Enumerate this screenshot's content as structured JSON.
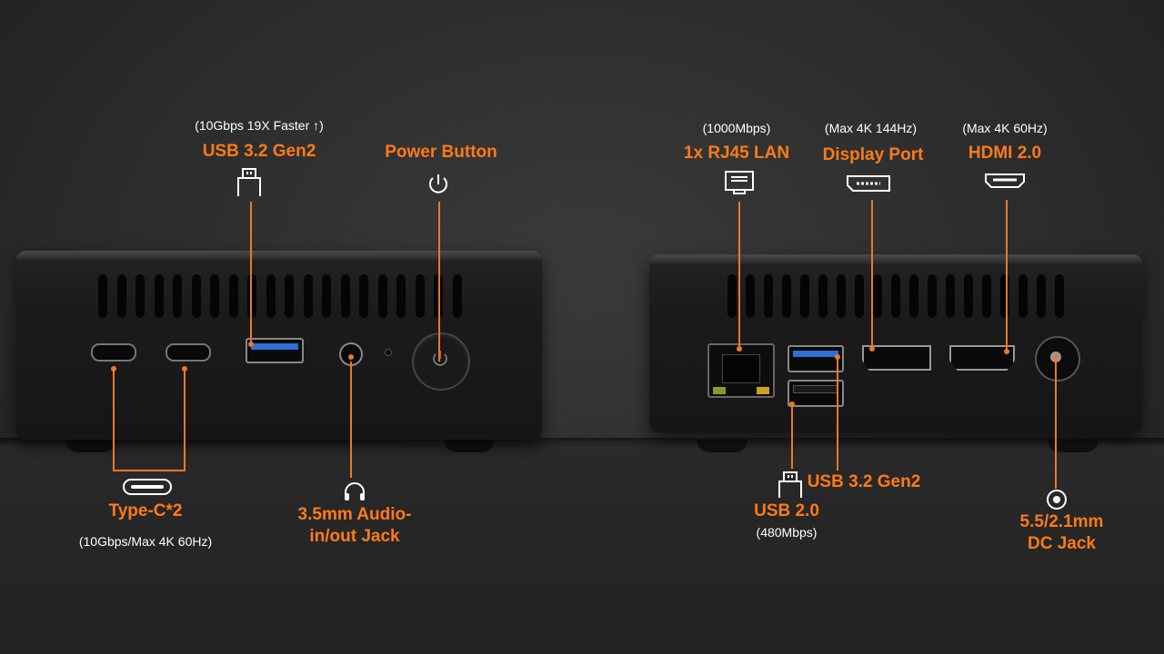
{
  "left_device": {
    "usb_top": {
      "spec": "(10Gbps  19X Faster",
      "arrow": "↑)",
      "title": "USB 3.2 Gen2",
      "icon": "usb-icon"
    },
    "power": {
      "title": "Power Button",
      "icon": "power-icon"
    },
    "typec": {
      "title": "Type-C*2",
      "spec": "(10Gbps/Max 4K 60Hz)",
      "icon": "usb-c-icon"
    },
    "audio": {
      "title_line1": "3.5mm Audio-",
      "title_line2": "in/out Jack",
      "icon": "headphones-icon"
    }
  },
  "right_device": {
    "lan": {
      "spec": "(1000Mbps)",
      "title": "1x RJ45 LAN",
      "icon": "ethernet-icon"
    },
    "displayport": {
      "spec": "(Max 4K 144Hz)",
      "title": "Display Port",
      "icon": "displayport-icon"
    },
    "hdmi": {
      "spec": "(Max 4K 60Hz)",
      "title": "HDMI 2.0",
      "icon": "hdmi-icon"
    },
    "usb2": {
      "title": "USB 2.0",
      "spec": "(480Mbps)",
      "icon": "usb-icon"
    },
    "usb32": {
      "title": "USB 3.2 Gen2"
    },
    "dc": {
      "title_line1": "5.5/2.1mm",
      "title_line2": "DC Jack",
      "icon": "dc-jack-icon"
    }
  },
  "colors": {
    "accent": "#ff7a1a",
    "line": "#e8792b",
    "text": "#ffffff",
    "background": "#2c2c2c",
    "usb3_blue": "#2d6fd6"
  }
}
